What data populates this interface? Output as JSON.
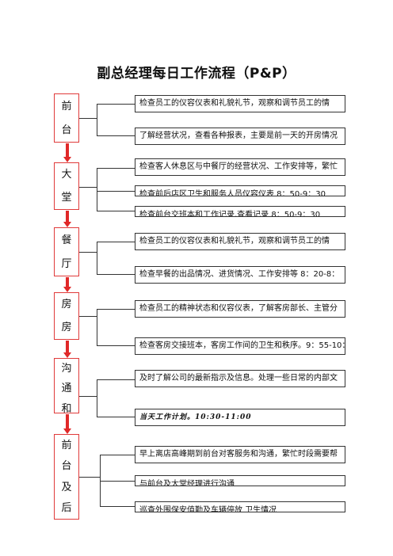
{
  "document": {
    "title": "副总经理每日工作流程（P&P）",
    "stages": [
      {
        "chars": [
          "前",
          "台"
        ]
      },
      {
        "chars": [
          "大",
          "堂"
        ]
      },
      {
        "chars": [
          "餐",
          "厅"
        ]
      },
      {
        "chars": [
          "房",
          "房"
        ]
      },
      {
        "chars": [
          "沟",
          "通",
          "和"
        ]
      },
      {
        "chars": [
          "前",
          "台",
          "及",
          "后"
        ]
      }
    ],
    "tasks": [
      "检查员工的仪容仪表和礼貌礼节，观察和调节员工的情",
      "了解经营状况，查看各种报表，主要是前一天的开房情况",
      "检查客人休息区与中餐厅的经营状况、工作安排等，繁忙",
      "检查前后店区卫生和服务人员仪容仪表 8：50-9：30",
      "检查前台交班本和工作记录,查看记录 8：50-9：30",
      "检查员工的仪容仪表和礼貌礼节，观察和调节员工的情",
      "检查早餐的出品情况、进货情况、工作安排等 8：20-8：",
      "检查员工的精神状态和仪容仪表，了解客房部长、主管分",
      "检查客房交接班本，客房工作间的卫生和秩序。9：55-10：",
      "及时了解公司的最新指示及信息。处理一些日常的内部文",
      "当天工作计划。10:30-11:00",
      "早上离店高峰期到前台对客服务和沟通，繁忙时段需要帮",
      "与前台及大堂经理进行沟通",
      "巡查外围保安值勤及车辆停放 卫生情况"
    ]
  }
}
